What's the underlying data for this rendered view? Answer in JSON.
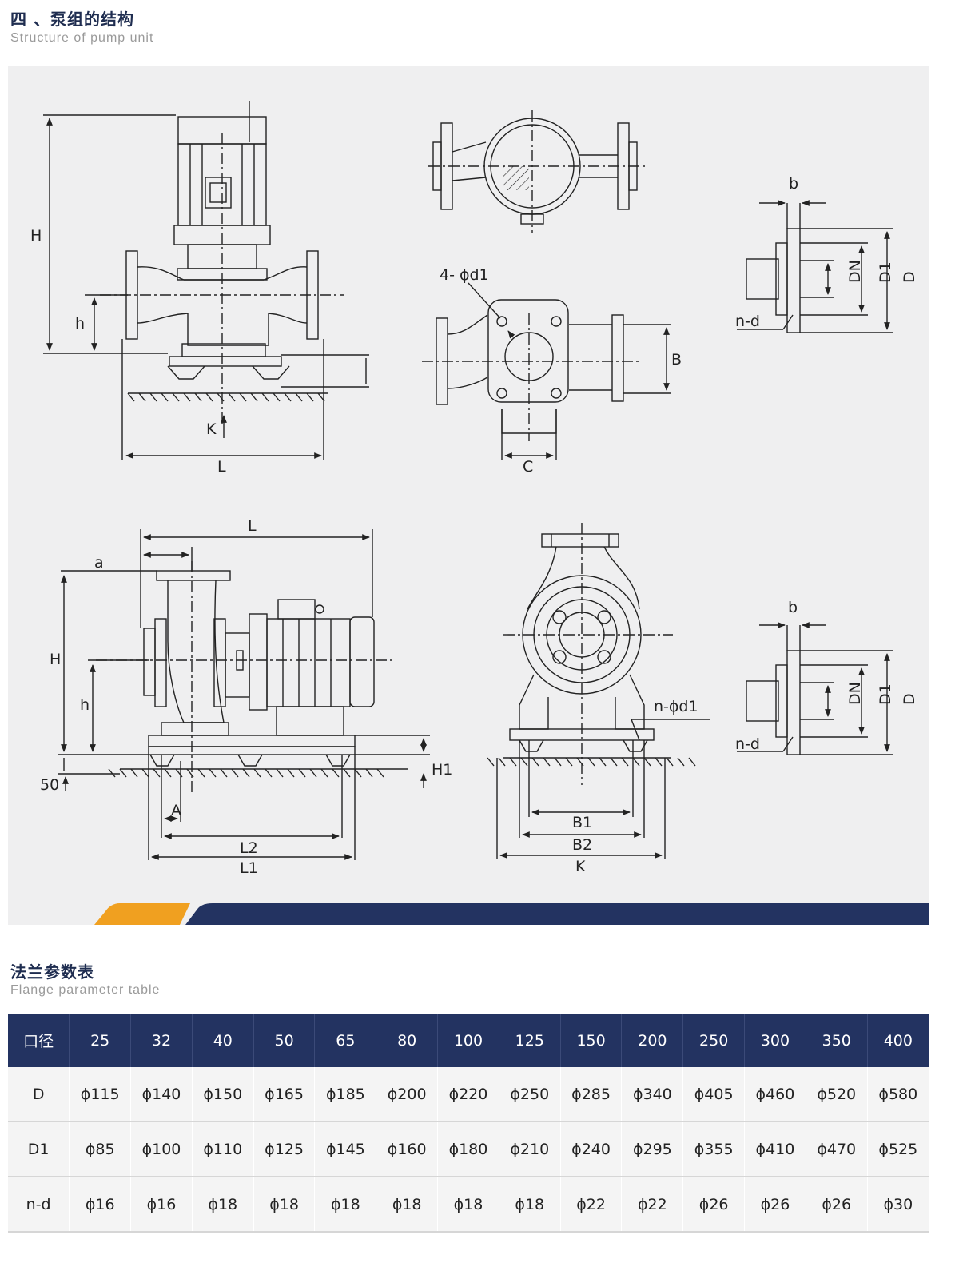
{
  "section1": {
    "title": "四 、泵组的结构",
    "subtitle": "Structure of pump unit"
  },
  "section2": {
    "title": "法兰参数表",
    "subtitle": "Flange parameter table"
  },
  "drawing_labels": {
    "H": "H",
    "h": "h",
    "K": "K",
    "L": "L",
    "C": "C",
    "B": "B",
    "holes": "4- ϕd1",
    "b": "b",
    "DN": "DN",
    "D1": "D1",
    "D": "D",
    "nd": "n-d",
    "a": "a",
    "fifty": "50",
    "H1": "H1",
    "A": "A",
    "L1": "L1",
    "L2": "L2",
    "B1": "B1",
    "B2": "B2",
    "nd1": "n-ϕd1"
  },
  "table": {
    "header_label": "口径",
    "columns": [
      "25",
      "32",
      "40",
      "50",
      "65",
      "80",
      "100",
      "125",
      "150",
      "200",
      "250",
      "300",
      "350",
      "400"
    ],
    "rows": [
      {
        "label": "D",
        "values": [
          "ϕ115",
          "ϕ140",
          "ϕ150",
          "ϕ165",
          "ϕ185",
          "ϕ200",
          "ϕ220",
          "ϕ250",
          "ϕ285",
          "ϕ340",
          "ϕ405",
          "ϕ460",
          "ϕ520",
          "ϕ580"
        ]
      },
      {
        "label": "D1",
        "values": [
          "ϕ85",
          "ϕ100",
          "ϕ110",
          "ϕ125",
          "ϕ145",
          "ϕ160",
          "ϕ180",
          "ϕ210",
          "ϕ240",
          "ϕ295",
          "ϕ355",
          "ϕ410",
          "ϕ470",
          "ϕ525"
        ]
      },
      {
        "label": "n-d",
        "values": [
          "ϕ16",
          "ϕ16",
          "ϕ18",
          "ϕ18",
          "ϕ18",
          "ϕ18",
          "ϕ18",
          "ϕ18",
          "ϕ22",
          "ϕ22",
          "ϕ26",
          "ϕ26",
          "ϕ26",
          "ϕ30"
        ]
      }
    ]
  },
  "colors": {
    "navy": "#233361",
    "orange": "#f0a020",
    "panel": "#efeff0"
  }
}
